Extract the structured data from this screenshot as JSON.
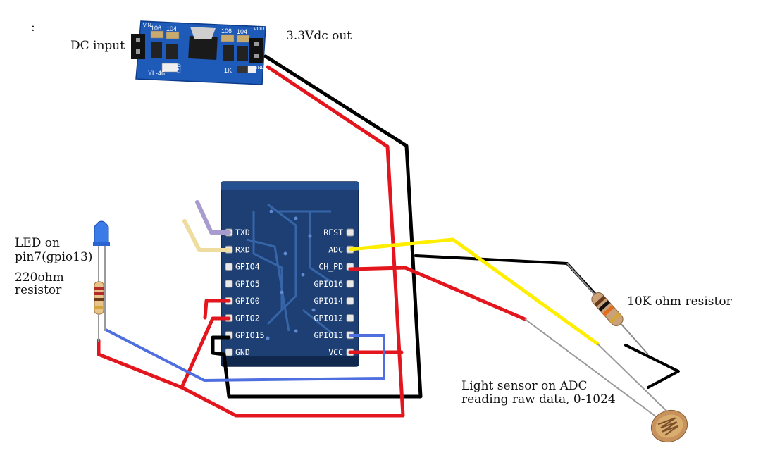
{
  "labels": {
    "dc_input": "DC input",
    "vdc_out": "3.3Vdc out",
    "led_line1": "LED on",
    "led_line2": "pin7(gpio13)",
    "led_line3": "220ohm",
    "led_line4": "resistor",
    "resistor_10k": "10K ohm resistor",
    "sensor_line1": "Light sensor on ADC",
    "sensor_line2": "reading raw data, 0-1024",
    "stray_dot": ":"
  },
  "regulator": {
    "cap1": "106",
    "cap2": "104",
    "cap3": "106",
    "cap4": "104",
    "model": "YL-46",
    "led_mark": "LED",
    "res_mark": "1K",
    "vin": "VIN",
    "vout": "VOUT",
    "gnd": "GND"
  },
  "esp_module": {
    "left_pins": [
      "TXD",
      "RXD",
      "GPIO4",
      "GPIO5",
      "GPIO0",
      "GPIO2",
      "GPIO15",
      "GND"
    ],
    "right_pins": [
      "REST",
      "ADC",
      "CH_PD",
      "GPIO16",
      "GPIO14",
      "GPIO12",
      "GPIO13",
      "VCC"
    ]
  },
  "colors": {
    "wire_red": "#e3151d",
    "wire_black": "#000000",
    "wire_yellow": "#ffee00",
    "wire_blue": "#4f6fe0",
    "wire_purple": "#a89ccf",
    "wire_tan": "#eedd9e",
    "pcb_blue": "#1e5ab8",
    "esp_board": "#1d3f74"
  }
}
